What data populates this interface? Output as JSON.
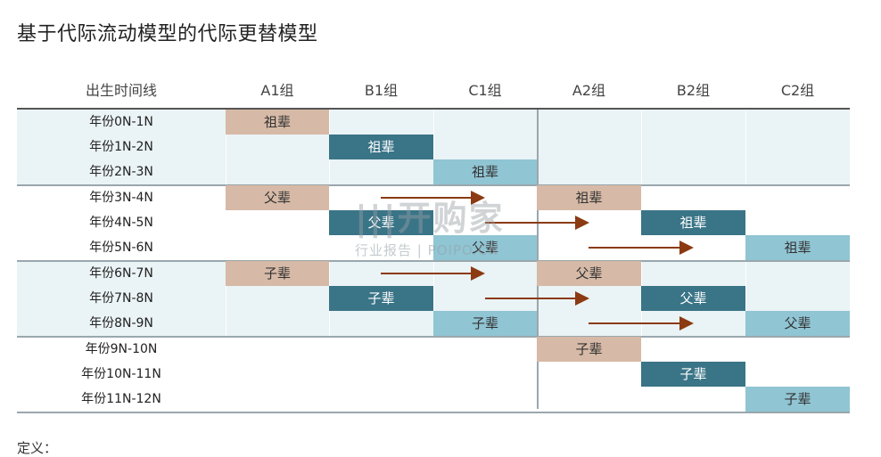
{
  "title": "基于代际流动模型的代际更替模型",
  "headers": [
    "出生时间线",
    "A1组",
    "B1组",
    "C1组",
    "A2组",
    "B2组",
    "C2组"
  ],
  "rows": [
    "年份0N-1N",
    "年份1N-2N",
    "年份2N-3N",
    "年份3N-4N",
    "年份4N-5N",
    "年份5N-6N",
    "年份6N-7N",
    "年份7N-8N",
    "年份8N-9N",
    "年份9N-10N",
    "年份10N-11N",
    "年份11N-12N"
  ],
  "cells": [
    {
      "row": 0,
      "col": 1,
      "text": "祖辈",
      "style": "tan"
    },
    {
      "row": 1,
      "col": 2,
      "text": "祖辈",
      "style": "dark"
    },
    {
      "row": 2,
      "col": 3,
      "text": "祖辈",
      "style": "light"
    },
    {
      "row": 3,
      "col": 1,
      "text": "父辈",
      "style": "tan"
    },
    {
      "row": 3,
      "col": 4,
      "text": "祖辈",
      "style": "tan"
    },
    {
      "row": 4,
      "col": 2,
      "text": "父辈",
      "style": "dark"
    },
    {
      "row": 4,
      "col": 5,
      "text": "祖辈",
      "style": "dark"
    },
    {
      "row": 5,
      "col": 3,
      "text": "父辈",
      "style": "light"
    },
    {
      "row": 5,
      "col": 6,
      "text": "祖辈",
      "style": "light"
    },
    {
      "row": 6,
      "col": 1,
      "text": "子辈",
      "style": "tan"
    },
    {
      "row": 6,
      "col": 4,
      "text": "父辈",
      "style": "tan"
    },
    {
      "row": 7,
      "col": 2,
      "text": "子辈",
      "style": "dark"
    },
    {
      "row": 7,
      "col": 5,
      "text": "父辈",
      "style": "dark"
    },
    {
      "row": 8,
      "col": 3,
      "text": "子辈",
      "style": "light"
    },
    {
      "row": 8,
      "col": 6,
      "text": "父辈",
      "style": "light"
    },
    {
      "row": 9,
      "col": 4,
      "text": "子辈",
      "style": "tan"
    },
    {
      "row": 10,
      "col": 5,
      "text": "子辈",
      "style": "dark"
    },
    {
      "row": 11,
      "col": 6,
      "text": "子辈",
      "style": "light"
    }
  ],
  "arrows": [
    {
      "row": 3,
      "from_col": 1,
      "to_col": 4
    },
    {
      "row": 4,
      "from_col": 2,
      "to_col": 5
    },
    {
      "row": 5,
      "from_col": 3,
      "to_col": 6
    },
    {
      "row": 6,
      "from_col": 1,
      "to_col": 4
    },
    {
      "row": 7,
      "from_col": 2,
      "to_col": 5
    },
    {
      "row": 8,
      "from_col": 3,
      "to_col": 6
    }
  ],
  "watermark": {
    "main": "|||开购家",
    "sub": "行业报告 | POIPO.CN"
  },
  "footer_text": "定义：",
  "colors": {
    "tan": "#d6b9a6",
    "dark": "#3a7487",
    "light": "#90c5d3",
    "arrow": "#8b3a12",
    "band": "#eaf3f5"
  }
}
